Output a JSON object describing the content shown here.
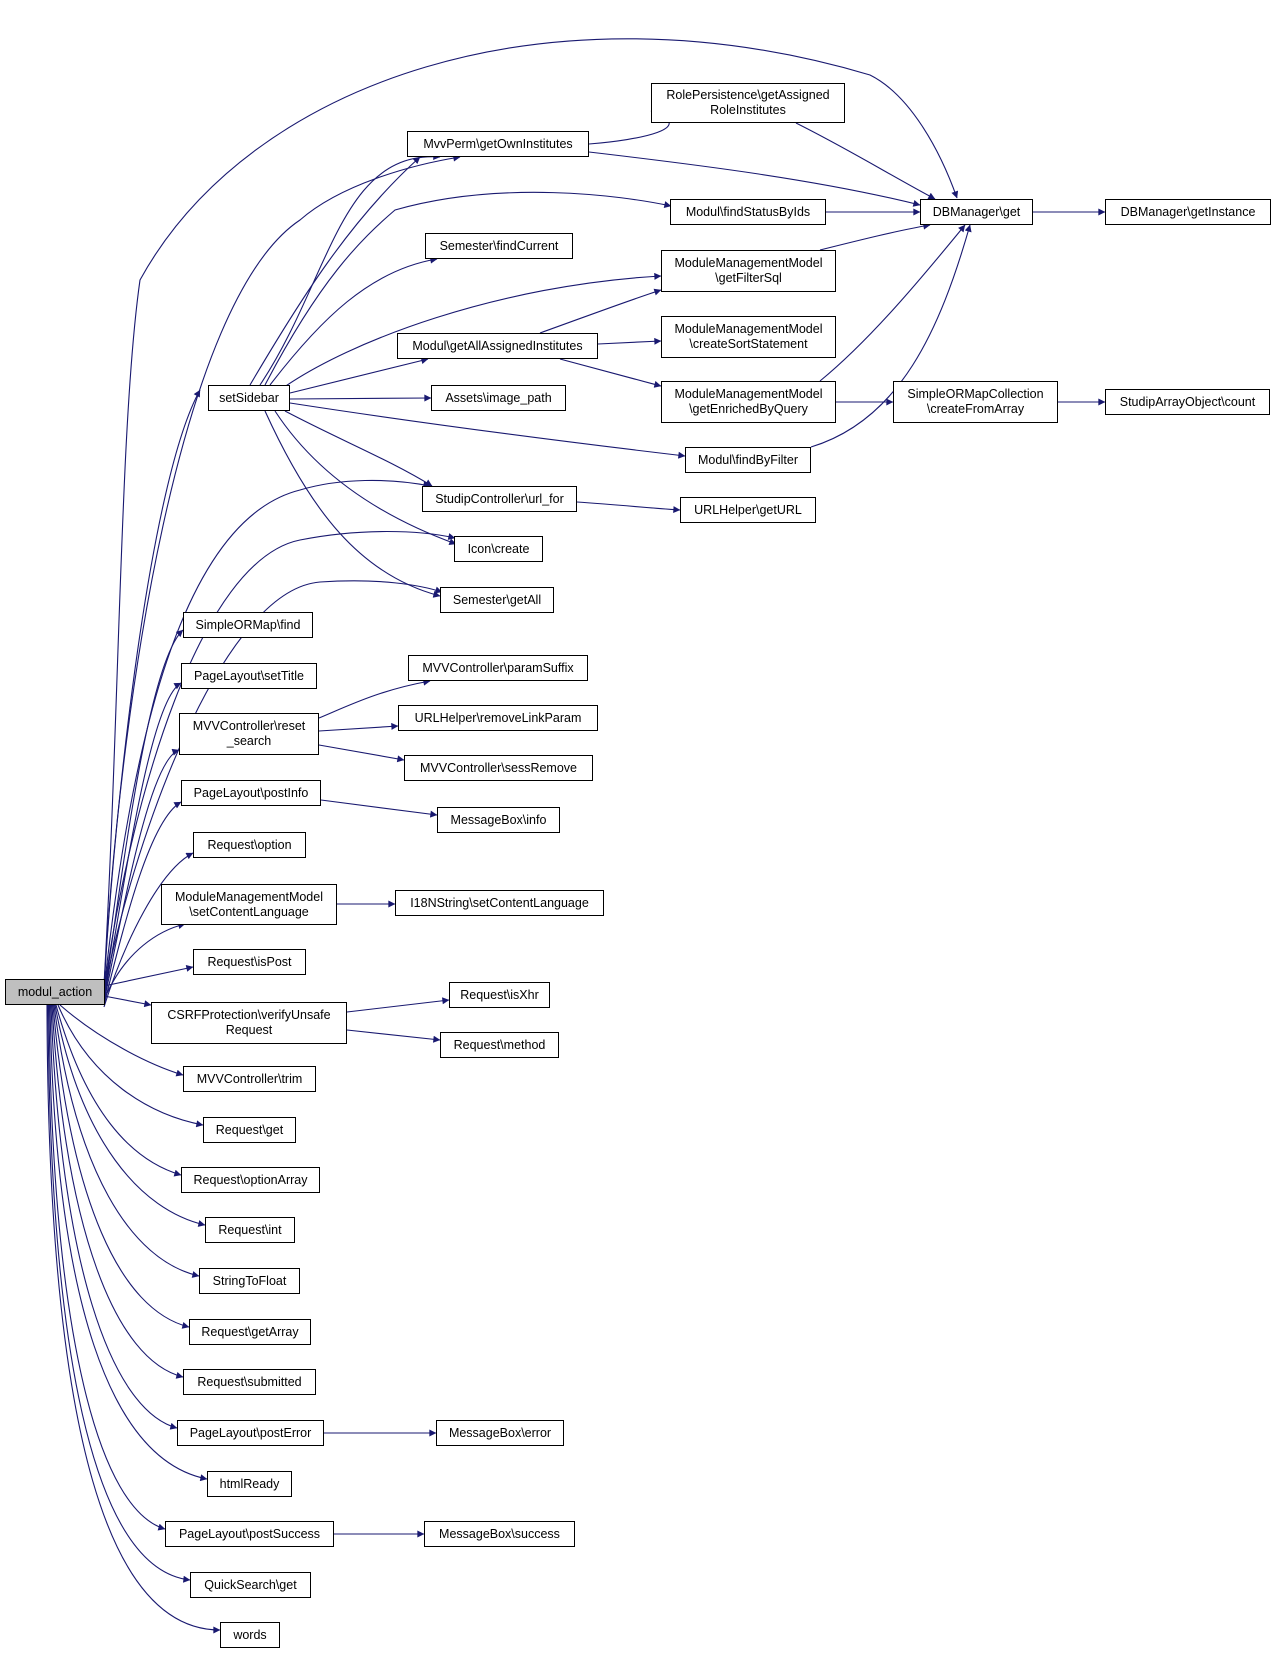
{
  "graph": {
    "colors": {
      "edge": "#191970",
      "node_border": "#000000",
      "root_fill": "#bfbfbf",
      "node_fill": "#ffffff"
    },
    "nodes": {
      "modul_action": "modul_action",
      "setSidebar": "setSidebar",
      "mvvperm_getowninstitutes": "MvvPerm\\getOwnInstitutes",
      "rolepersistence_getassignedroleinstitutes": "RolePersistence\\getAssigned\nRoleInstitutes",
      "dbmanager_get": "DBManager\\get",
      "dbmanager_getinstance": "DBManager\\getInstance",
      "modul_findstatusbyids": "Modul\\findStatusByIds",
      "semester_findcurrent": "Semester\\findCurrent",
      "mmm_getfiltersql": "ModuleManagementModel\n\\getFilterSql",
      "modul_getallassignedinstitutes": "Modul\\getAllAssignedInstitutes",
      "mmm_createsortstatement": "ModuleManagementModel\n\\createSortStatement",
      "assets_image_path": "Assets\\image_path",
      "mmm_getenrichedbyquery": "ModuleManagementModel\n\\getEnrichedByQuery",
      "simpleormapcollection_createfromarray": "SimpleORMapCollection\n\\createFromArray",
      "studiparrayobject_count": "StudipArrayObject\\count",
      "modul_findbyfilter": "Modul\\findByFilter",
      "studipcontroller_url_for": "StudipController\\url_for",
      "urlhelper_geturl": "URLHelper\\getURL",
      "icon_create": "Icon\\create",
      "semester_getall": "Semester\\getAll",
      "simpleormap_find": "SimpleORMap\\find",
      "pagelayout_settitle": "PageLayout\\setTitle",
      "mvvcontroller_paramsuffix": "MVVController\\paramSuffix",
      "mvvcontroller_reset_search": "MVVController\\reset\n_search",
      "urlhelper_removelinkparam": "URLHelper\\removeLinkParam",
      "mvvcontroller_sessremove": "MVVController\\sessRemove",
      "pagelayout_postinfo": "PageLayout\\postInfo",
      "messagebox_info": "MessageBox\\info",
      "request_option": "Request\\option",
      "mmm_setcontentlanguage": "ModuleManagementModel\n\\setContentLanguage",
      "i18nstring_setcontentlanguage": "I18NString\\setContentLanguage",
      "request_ispost": "Request\\isPost",
      "request_isxhr": "Request\\isXhr",
      "csrfprotection_verifyunsaferequest": "CSRFProtection\\verifyUnsafe\nRequest",
      "request_method": "Request\\method",
      "mvvcontroller_trim": "MVVController\\trim",
      "request_get": "Request\\get",
      "request_optionarray": "Request\\optionArray",
      "request_int": "Request\\int",
      "stringtofloat": "StringToFloat",
      "request_getarray": "Request\\getArray",
      "request_submitted": "Request\\submitted",
      "pagelayout_posterror": "PageLayout\\postError",
      "messagebox_error": "MessageBox\\error",
      "htmlready": "htmlReady",
      "pagelayout_postsuccess": "PageLayout\\postSuccess",
      "messagebox_success": "MessageBox\\success",
      "quicksearch_get": "QuickSearch\\get",
      "words": "words"
    }
  }
}
